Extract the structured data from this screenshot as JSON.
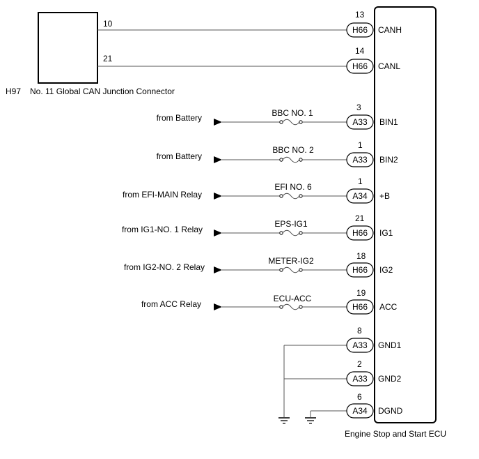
{
  "connector": {
    "code": "H97",
    "name": "No. 11 Global CAN Junction Connector",
    "pins": [
      {
        "pin": "10"
      },
      {
        "pin": "21"
      }
    ]
  },
  "ecu": {
    "name": "Engine Stop and Start ECU"
  },
  "can_rows": [
    {
      "pin": "13",
      "conn": "H66",
      "term": "CANH"
    },
    {
      "pin": "14",
      "conn": "H66",
      "term": "CANL"
    }
  ],
  "supply_rows": [
    {
      "source": "from Battery",
      "fuse": "BBC NO. 1",
      "pin": "3",
      "conn": "A33",
      "term": "BIN1"
    },
    {
      "source": "from Battery",
      "fuse": "BBC NO. 2",
      "pin": "1",
      "conn": "A33",
      "term": "BIN2"
    },
    {
      "source": "from EFI-MAIN Relay",
      "fuse": "EFI NO. 6",
      "pin": "1",
      "conn": "A34",
      "term": "+B"
    },
    {
      "source": "from IG1-NO. 1 Relay",
      "fuse": "EPS-IG1",
      "pin": "21",
      "conn": "H66",
      "term": "IG1"
    },
    {
      "source": "from IG2-NO. 2 Relay",
      "fuse": "METER-IG2",
      "pin": "18",
      "conn": "H66",
      "term": "IG2"
    },
    {
      "source": "from ACC Relay",
      "fuse": "ECU-ACC",
      "pin": "19",
      "conn": "H66",
      "term": "ACC"
    }
  ],
  "ground_rows": [
    {
      "pin": "8",
      "conn": "A33",
      "term": "GND1"
    },
    {
      "pin": "2",
      "conn": "A33",
      "term": "GND2"
    },
    {
      "pin": "6",
      "conn": "A34",
      "term": "DGND"
    }
  ]
}
